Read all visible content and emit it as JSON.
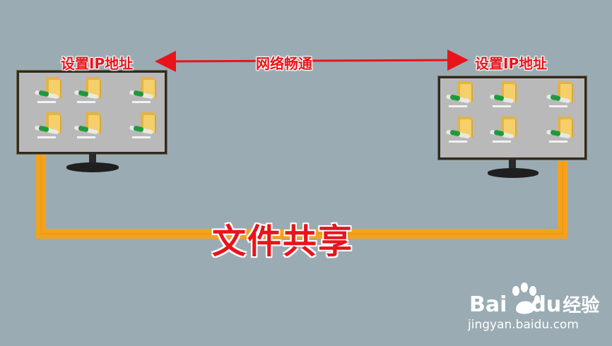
{
  "diagram": {
    "left_label": "设置IP地址",
    "right_label": "设置IP地址",
    "middle_label": "网络畅通",
    "bottom_label": "文件共享"
  },
  "watermark": {
    "brand_bai": "Bai",
    "brand_du": "du",
    "brand_cn": "经验",
    "url": "jingyan.baidu.com"
  },
  "colors": {
    "background": "#9aabb3",
    "connector": "#f4a21c",
    "connector_edge": "#d98a10",
    "label_red": "#e8141b",
    "arrow_red": "#e8141b"
  },
  "icons": [
    "network-share-folder-icon"
  ]
}
